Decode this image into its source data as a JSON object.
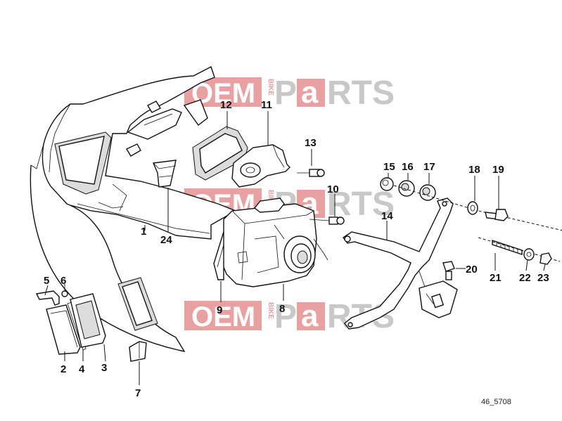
{
  "diagram": {
    "reference_code": "46_5708",
    "callouts": {
      "c1": "1",
      "c2": "2",
      "c3": "3",
      "c4": "4",
      "c5": "5",
      "c6": "6",
      "c7": "7",
      "c8": "8",
      "c9": "9",
      "c10": "10",
      "c11": "11",
      "c12": "12",
      "c13": "13",
      "c14": "14",
      "c15": "15",
      "c16": "16",
      "c17": "17",
      "c18": "18",
      "c19": "19",
      "c20": "20",
      "c21": "21",
      "c22": "22",
      "c23": "23",
      "c24": "24"
    }
  },
  "watermark": {
    "oem": "OEM",
    "bike": "BIKE",
    "p": "P",
    "a": "a",
    "rts": "RTS",
    "color_red": "#e8a0a0",
    "color_gray": "#c8c8c8"
  }
}
